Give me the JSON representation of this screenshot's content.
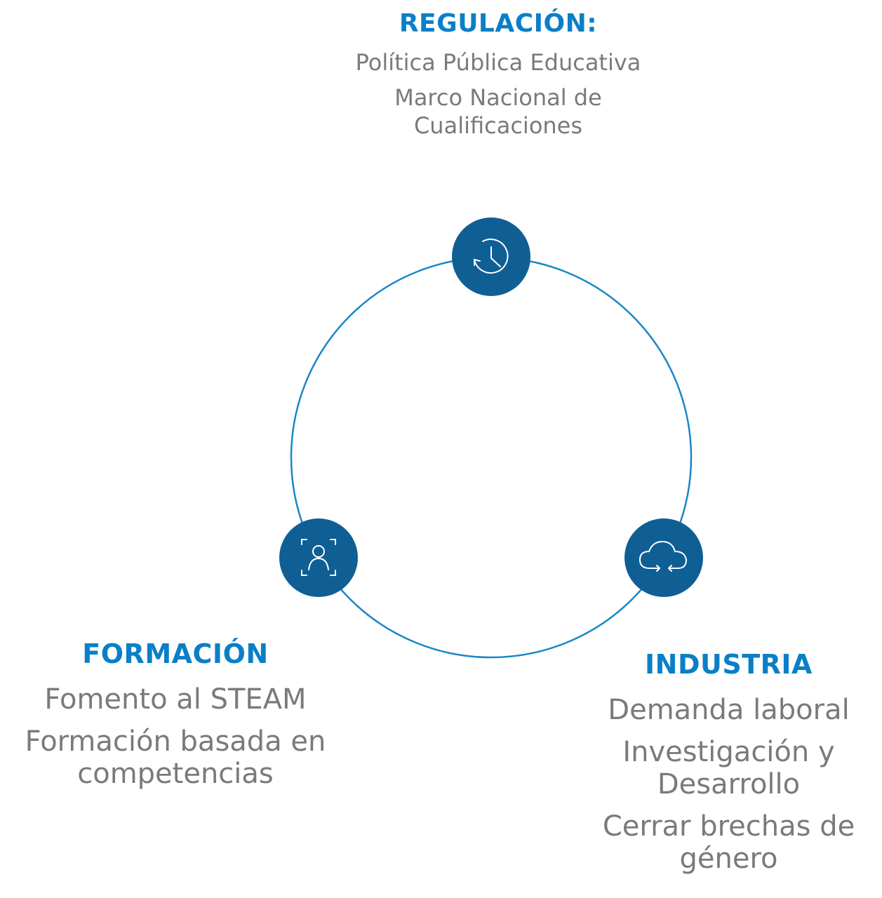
{
  "regulacion": {
    "title": "REGULACIÓN:",
    "items": [
      "Política Pública Educativa",
      "Marco Nacional de\nCualificaciones"
    ]
  },
  "formacion": {
    "title": "FORMACIÓN",
    "items": [
      "Fomento al STEAM",
      "Formación basada en\ncompetencias"
    ]
  },
  "industria": {
    "title": "INDUSTRIA",
    "items": [
      "Demanda laboral",
      "Investigación y\nDesarrollo",
      "Cerrar brechas de\ngénero"
    ]
  },
  "icons": {
    "top": "clock-history-icon",
    "left": "person-focus-icon",
    "right": "cloud-sync-icon"
  },
  "colors": {
    "accent": "#0a7fc7",
    "node": "#0f5f95",
    "text": "#7a7a7a"
  }
}
